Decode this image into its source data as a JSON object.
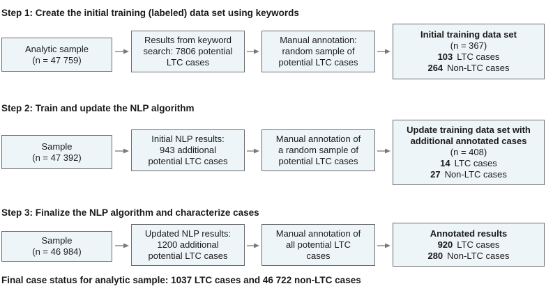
{
  "steps": [
    {
      "title": "Step 1: Create the initial training (labeled) data set using keywords",
      "boxes": [
        {
          "lines": [
            "Analytic sample",
            "(n = 47 759)"
          ]
        },
        {
          "lines": [
            "Results from keyword",
            "search: 7806 potential",
            "LTC cases"
          ]
        },
        {
          "lines": [
            "Manual annotation:",
            "random sample of",
            "potential LTC cases"
          ]
        },
        {
          "title_lines": [
            "Initial training data set"
          ],
          "n": "(n = 367)",
          "counts": [
            {
              "num": "103",
              "label": "LTC cases"
            },
            {
              "num": "264",
              "label": "Non-LTC cases"
            }
          ]
        }
      ]
    },
    {
      "title": "Step 2: Train and update the NLP algorithm",
      "boxes": [
        {
          "lines": [
            "Sample",
            "(n = 47 392)"
          ]
        },
        {
          "lines": [
            "Initial NLP results:",
            "943 additional",
            "potential LTC cases"
          ]
        },
        {
          "lines": [
            "Manual annotation of",
            "a random sample of",
            "potential LTC cases"
          ]
        },
        {
          "title_lines": [
            "Update training data set with",
            "additional annotated cases"
          ],
          "n": "(n = 408)",
          "counts": [
            {
              "num": "14",
              "label": "LTC cases"
            },
            {
              "num": "27",
              "label": "Non-LTC cases"
            }
          ]
        }
      ]
    },
    {
      "title": "Step 3: Finalize the NLP algorithm and characterize cases",
      "boxes": [
        {
          "lines": [
            "Sample",
            "(n = 46 984)"
          ]
        },
        {
          "lines": [
            "Updated NLP results:",
            "1200 additional",
            "potential LTC cases"
          ]
        },
        {
          "lines": [
            "Manual annotation of",
            "all potential LTC",
            "cases"
          ]
        },
        {
          "title_lines": [
            "Annotated results"
          ],
          "n": "",
          "counts": [
            {
              "num": "920",
              "label": "LTC cases"
            },
            {
              "num": "280",
              "label": "Non-LTC cases"
            }
          ]
        }
      ]
    }
  ],
  "final_status": "Final case status for analytic sample: 1037 LTC cases and 46 722 non-LTC cases",
  "colors": {
    "box_fill": "#eef5f8",
    "box_border": "#6b6b6b",
    "arrow": "#7a7a7a"
  }
}
